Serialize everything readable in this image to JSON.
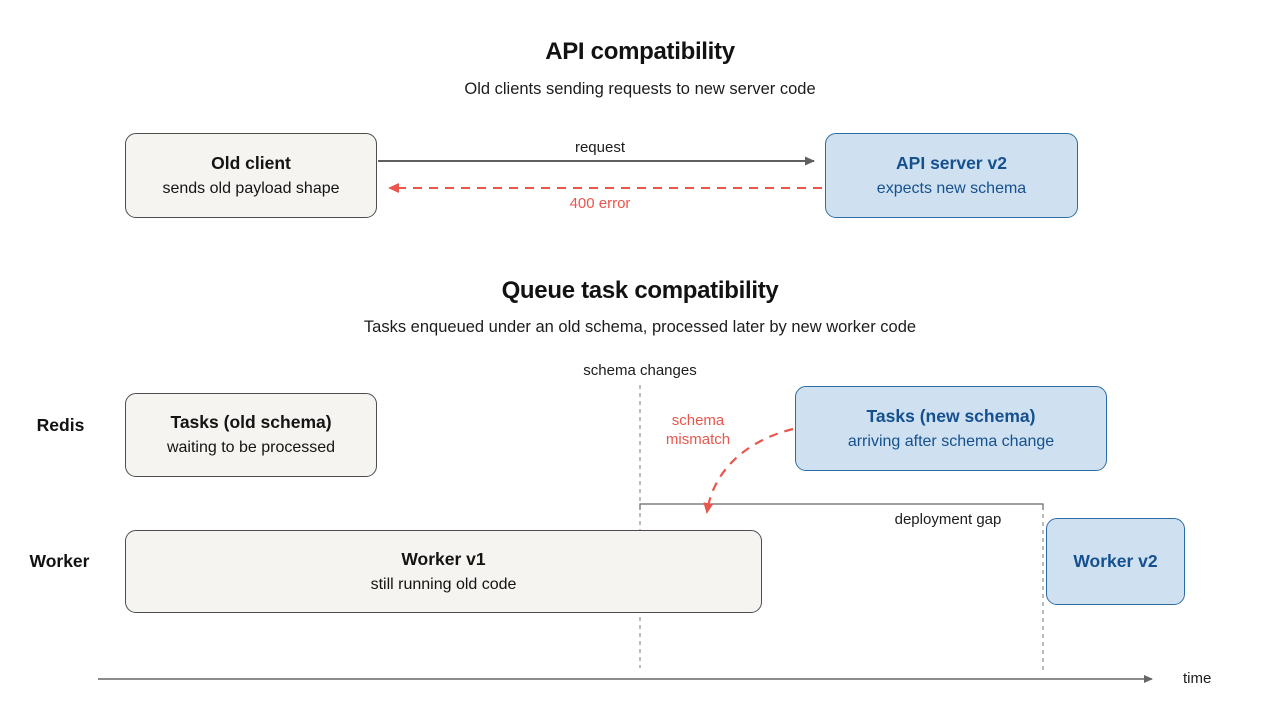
{
  "api_section": {
    "title": "API compatibility",
    "subtitle": "Old clients sending requests to new server code",
    "old_client": {
      "title": "Old client",
      "subtitle": "sends old payload shape"
    },
    "api_server": {
      "title": "API server v2",
      "subtitle": "expects new schema"
    },
    "request_label": "request",
    "error_label": "400 error"
  },
  "queue_section": {
    "title": "Queue task compatibility",
    "subtitle": "Tasks enqueued under an old schema, processed later by new worker code",
    "schema_changes_label": "schema changes",
    "schema_mismatch_label": "schema mismatch",
    "deployment_gap_label": "deployment gap",
    "time_label": "time",
    "lanes": [
      {
        "label": "Redis"
      },
      {
        "label": "Worker"
      }
    ],
    "tasks_old": {
      "title": "Tasks (old schema)",
      "subtitle": "waiting to be processed"
    },
    "tasks_new": {
      "title": "Tasks (new schema)",
      "subtitle": "arriving after schema change"
    },
    "worker_v1": {
      "title": "Worker v1",
      "subtitle": "still running old code"
    },
    "worker_v2": {
      "title": "Worker v2"
    }
  },
  "colors": {
    "blue_fill": "#cfe0f1",
    "blue_border": "#2e6da4",
    "blue_text": "#15518f",
    "gray_fill": "#f5f4f1",
    "gray_border": "#4d4d4d",
    "red": "#e8564d",
    "arrow_gray": "#5f5f5f",
    "guide_gray": "#777777"
  }
}
